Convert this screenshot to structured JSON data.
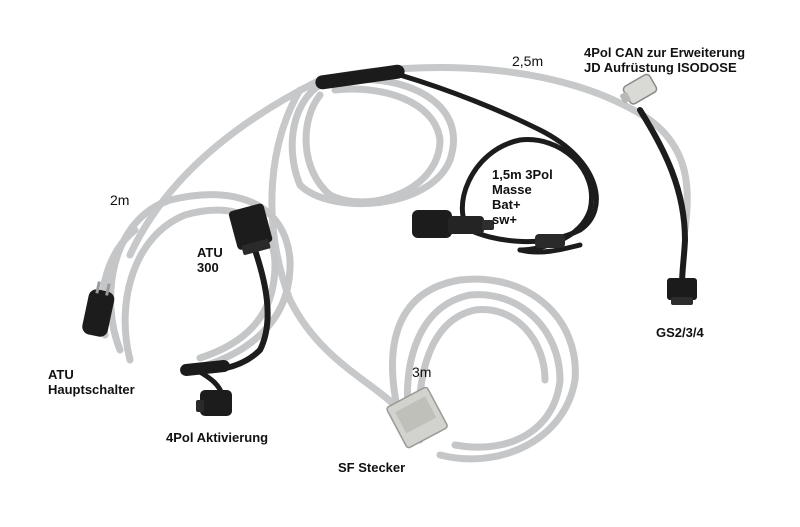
{
  "labels": {
    "len_25": "2,5m",
    "can_line1": "4Pol CAN zur Erweiterung",
    "can_line2": "JD Aufrüstung ISODOSE",
    "three_pol_1": "1,5m 3Pol",
    "three_pol_2": "Masse",
    "three_pol_3": "Bat+",
    "three_pol_4": "sw+",
    "len_2": "2m",
    "atu300_1": "ATU",
    "atu300_2": "300",
    "gs": "GS2/3/4",
    "len_3": "3m",
    "hs_1": "ATU",
    "hs_2": "Hauptschalter",
    "aktiv": "4Pol Aktivierung",
    "sf": "SF Stecker"
  },
  "colors": {
    "background": "#ffffff",
    "grey_cable": "#c9cbcd",
    "black_cable": "#1a1a1a",
    "connector_grey": "#d6d6d4"
  }
}
